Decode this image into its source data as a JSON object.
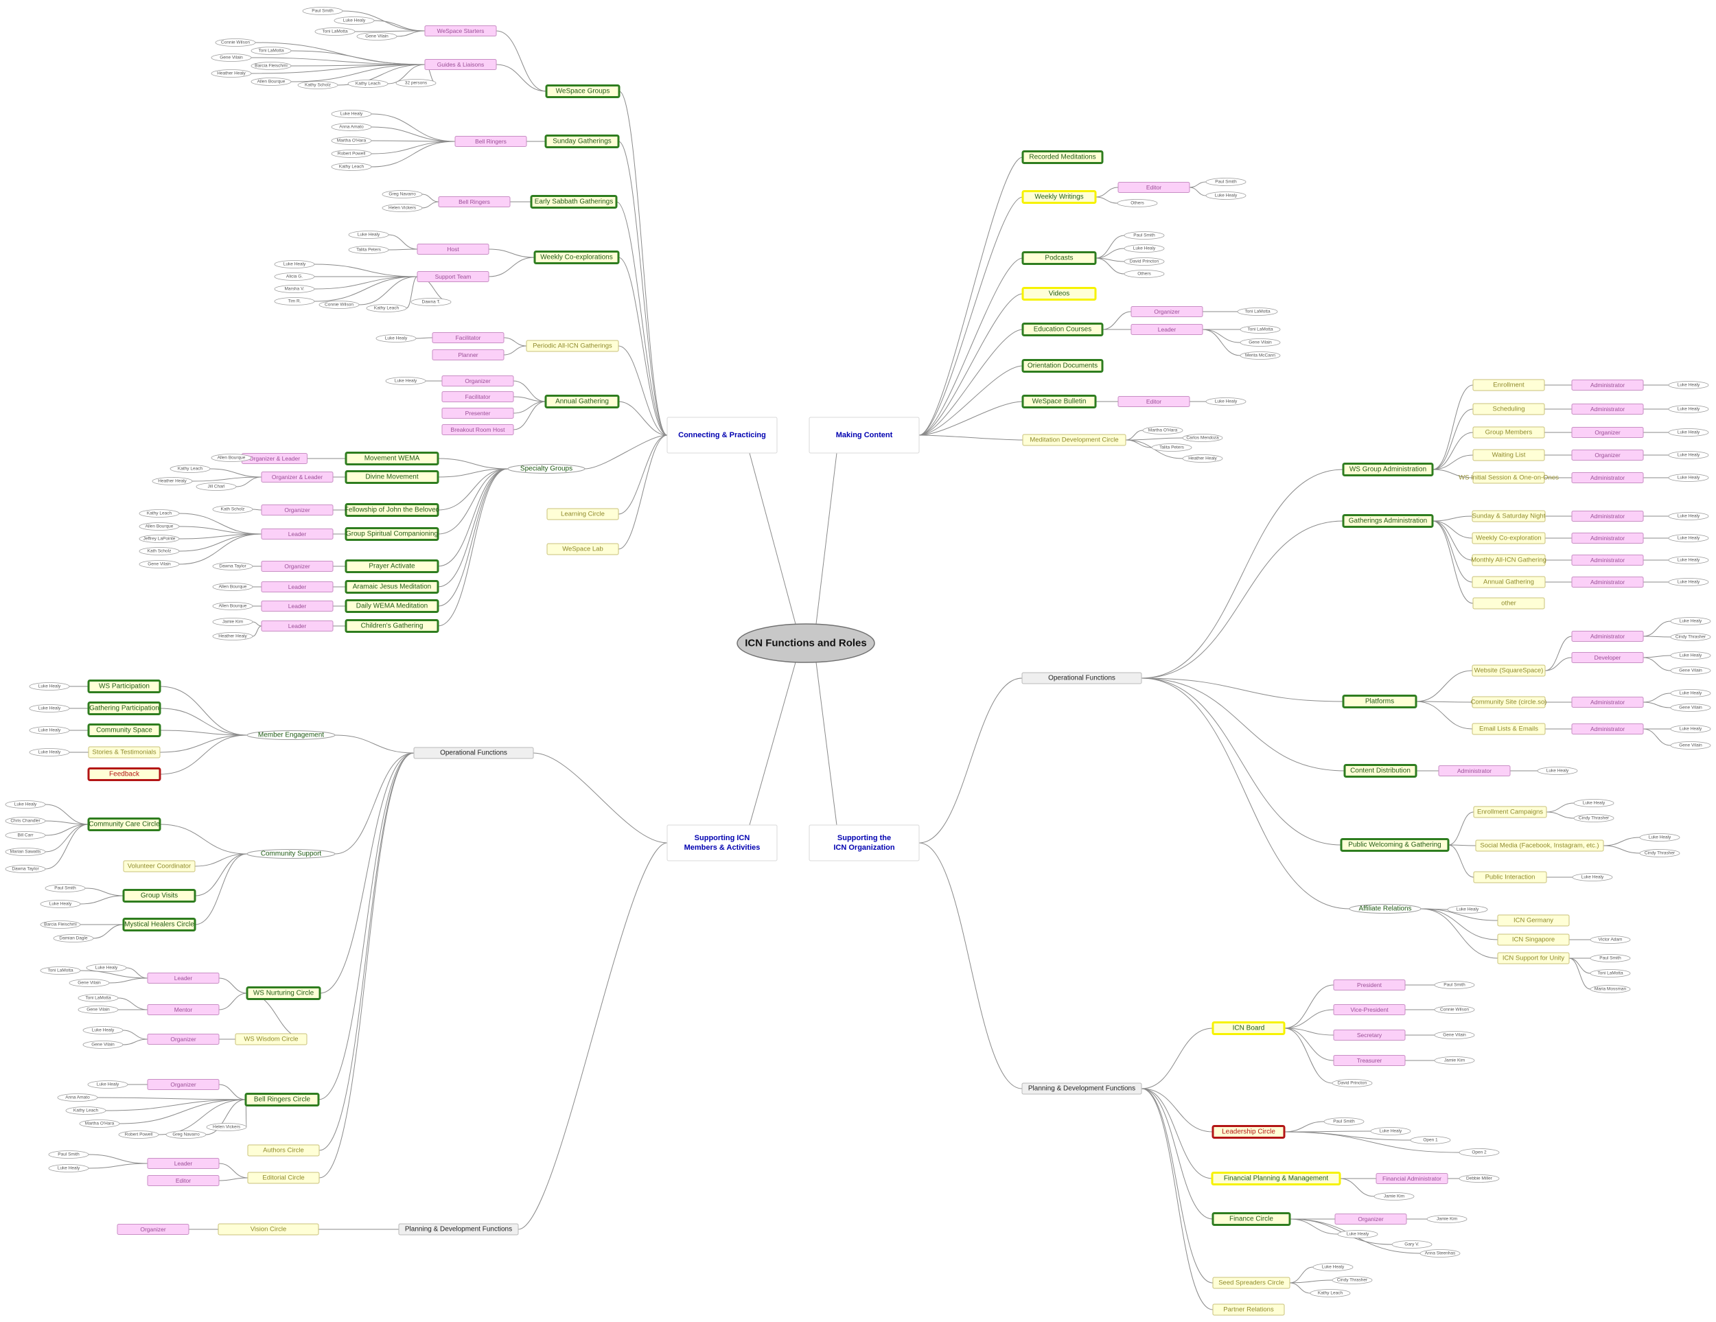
{
  "title": "ICN Functions and Roles",
  "colors": {
    "green_border": "#2e7d1f",
    "green_text": "#1f5a14",
    "yellow_border": "#f6f200",
    "red_border": "#b31515",
    "pink_fill": "#fbd0f8",
    "pink_border": "#c88ec4",
    "pink_text": "#9a4e96",
    "cream_fill": "#ffffd6",
    "cream_border": "#c9c27a",
    "cream_text": "#8f8a2c",
    "gray_fill": "#efefef",
    "gray_border": "#b8b8b8",
    "blue_text": "#0000b0",
    "root_fill": "#c8c8c8",
    "edge": "#8a8a8a"
  },
  "nodes": {
    "root": "ICN Functions and Roles",
    "b_cp": "Connecting & Practicing",
    "b_mc": "Making Content",
    "b_sm": "Supporting ICN Members & Activities",
    "b_so": "Supporting the ICN Organization",
    "wsg": "WeSpace Groups",
    "wss": "WeSpace Starters",
    "wss_1": "Paul Smith",
    "wss_2": "Luke Healy",
    "wss_3": "Toni LaMotta",
    "wss_4": "Gene Vilain",
    "gl": "Guides & Liaisons",
    "gl_1": "Connie Wilson",
    "gl_2": "Toni LaMotta",
    "gl_3": "Gene Vilain",
    "gl_4": "Barcia Fleischmi",
    "gl_5": "Heather Healy",
    "gl_6": "Allen Bourque",
    "gl_7": "Kathy Scholz",
    "gl_8": "Kathy Leach",
    "gl_9": "32 persons",
    "sg": "Sunday Gatherings",
    "sg_br": "Bell Ringers",
    "sg_1": "Luke Healy",
    "sg_2": "Anna Amato",
    "sg_3": "Martha O'Hara",
    "sg_4": "Robert Powell",
    "sg_5": "Kathy Leach",
    "esg": "Early Sabbath Gatherings",
    "esg_br": "Bell Ringers",
    "esg_1": "Greg Navarro",
    "esg_2": "Helen Vickers",
    "wce": "Weekly Co-explorations",
    "wce_host": "Host",
    "wce_h1": "Luke Healy",
    "wce_h2": "Talita Peters",
    "wce_st": "Support Team",
    "wce_s1": "Luke Healy",
    "wce_s2": "Alicia G.",
    "wce_s3": "Marsha V.",
    "wce_s4": "Tim R.",
    "wce_s5": "Connie Wilson",
    "wce_s6": "Kathy Leach",
    "wce_s7": "Dawna T.",
    "paig": "Periodic All-ICN Gatherings",
    "paig_fac": "Facilitator",
    "paig_f1": "Luke Healy",
    "paig_pl": "Planner",
    "ag": "Annual Gathering",
    "ag_org": "Organizer",
    "ag_o1": "Luke Healy",
    "ag_fac": "Facilitator",
    "ag_pre": "Presenter",
    "ag_brh": "Breakout Room Host",
    "spg": "Specialty Groups",
    "mw": "Movement WEMA",
    "mw_r": "Organizer & Leader",
    "mw_1": "Allen Bourque",
    "dm": "Divine Movement",
    "dm_r": "Organizer & Leader",
    "dm_1": "Kathy Leach",
    "dm_2": "Heather Healy",
    "dm_3": "Jill Charl",
    "fjb": "Fellowship of John the Beloved",
    "fjb_r": "Organizer",
    "fjb_1": "Kath Scholz",
    "gsc": "Group Spiritual Companioning",
    "gsc_r": "Leader",
    "gsc_1": "Kathy Leach",
    "gsc_2": "Allen Bourque",
    "gsc_3": "Jeffrey LaPointe",
    "gsc_4": "Kath Scholz",
    "gsc_5": "Gene Vilain",
    "pa": "Prayer Activate",
    "pa_r": "Organizer",
    "pa_1": "Dawna Taylor",
    "ajm": "Aramaic Jesus Meditation",
    "ajm_r": "Leader",
    "ajm_1": "Allen Bourque",
    "dwm": "Daily WEMA Meditation",
    "dwm_r": "Leader",
    "dwm_1": "Allen Bourque",
    "cg": "Children's Gathering",
    "cg_r": "Leader",
    "cg_1": "Jamie Kim",
    "cg_2": "Heather Healy",
    "lc": "Learning Circle",
    "wsl": "WeSpace Lab",
    "rm": "Recorded Meditations",
    "ww": "Weekly Writings",
    "ww_ed": "Editor",
    "ww_e1": "Paul Smith",
    "ww_e2": "Luke Healy",
    "ww_oth": "Others",
    "pod": "Podcasts",
    "pod_1": "Paul Smith",
    "pod_2": "Luke Healy",
    "pod_3": "David Princton",
    "pod_4": "Others",
    "vid": "Videos",
    "ec": "Education Courses",
    "ec_org": "Organizer",
    "ec_o1": "Toni LaMotta",
    "ec_ld": "Leader",
    "ec_l1": "Toni LaMotta",
    "ec_l2": "Gene Vilain",
    "ec_l3": "Merita McCann",
    "od": "Orientation Documents",
    "wsb": "WeSpace Bulletin",
    "wsb_ed": "Editor",
    "wsb_e1": "Luke Healy",
    "mdc": "Meditation Development Circle",
    "mdc_1": "Martha O'Hara",
    "mdc_2": "Carlos Mendoza",
    "mdc_3": "Talita Peters",
    "mdc_4": "Heather Healy",
    "of_l": "Operational Functions",
    "me": "Member Engagement",
    "me_ws": "WS Participation",
    "me_gp": "Gathering Participation",
    "me_cs": "Community Space",
    "me_st": "Stories & Testimonials",
    "me_fb": "Feedback",
    "me_1": "Luke Healy",
    "me_2": "Luke Healy",
    "me_3": "Luke Healy",
    "me_4": "Luke Healy",
    "cs": "Community Support",
    "cs_ccc": "Community Care Circle",
    "cs_c1": "Luke Healy",
    "cs_c2": "Chris Chandler",
    "cs_c3": "Bill Carr",
    "cs_c4": "Marian Sawatts",
    "cs_c5": "Dawna Taylor",
    "cs_vc": "Volunteer Coordinator",
    "cs_gv": "Group Visits",
    "cs_g1": "Paul Smith",
    "cs_g2": "Luke Healy",
    "cs_mhc": "Mystical Healers Circle",
    "cs_m1": "Barcia Fleischmi",
    "cs_m2": "Damian Dagle",
    "wsn": "WS Nurturing Circle",
    "wsn_ld": "Leader",
    "wsn_l1": "Toni LaMotta",
    "wsn_l2": "Luke Healy",
    "wsn_l3": "Gene Vilain",
    "wsn_mt": "Mentor",
    "wsn_m1": "Toni LaMotta",
    "wsn_m2": "Gene Vilain",
    "wsw": "WS Wisdom Circle",
    "wsw_org": "Organizer",
    "wsw_o1": "Luke Healy",
    "wsw_o2": "Gene Vilain",
    "brc": "Bell Ringers Circle",
    "brc_org": "Organizer",
    "brc_o1": "Luke Healy",
    "brc_1": "Anna Amato",
    "brc_2": "Kathy Leach",
    "brc_3": "Martha O'Hara",
    "brc_4": "Robert Powell",
    "brc_5": "Greg Navarro",
    "brc_6": "Helen Vickers",
    "ac": "Authors Circle",
    "edc": "Editorial Circle",
    "edc_ld": "Leader",
    "edc_l1": "Paul Smith",
    "edc_l2": "Luke Healy",
    "edc_ed": "Editor",
    "pdf_l": "Planning & Development Functions",
    "vc": "Vision Circle",
    "vc_org": "Organizer",
    "of_r": "Operational Functions",
    "wga": "WS Group Administration",
    "wga_en": "Enrollment",
    "wga_en_r": "Administrator",
    "wga_en_p": "Luke Healy",
    "wga_sc": "Scheduling",
    "wga_sc_r": "Administrator",
    "wga_sc_p": "Luke Healy",
    "wga_gm": "Group Members",
    "wga_gm_r": "Organizer",
    "wga_gm_p": "Luke Healy",
    "wga_wl": "Waiting List",
    "wga_wl_r": "Organizer",
    "wga_wl_p": "Luke Healy",
    "wga_is": "WS Initial Session & One-on-Ones",
    "wga_is_r": "Administrator",
    "wga_is_p": "Luke Healy",
    "gad": "Gatherings Administration",
    "gad_ss": "Sunday & Saturday Night",
    "gad_ss_r": "Administrator",
    "gad_ss_p": "Luke Healy",
    "gad_wc": "Weekly Co-exploration",
    "gad_wc_r": "Administrator",
    "gad_wc_p": "Luke Healy",
    "gad_ma": "Monthly All-ICN Gathering",
    "gad_ma_r": "Administrator",
    "gad_ma_p": "Luke Healy",
    "gad_ag": "Annual Gathering",
    "gad_ag_r": "Administrator",
    "gad_ag_p": "Luke Healy",
    "gad_ot": "other",
    "plat": "Platforms",
    "pl_web": "Website (SquareSpace)",
    "pl_web_ad": "Administrator",
    "pl_web_a1": "Luke Healy",
    "pl_web_a2": "Cindy Thrasher",
    "pl_web_dv": "Developer",
    "pl_web_d1": "Luke Healy",
    "pl_web_d2": "Gene Vilain",
    "pl_com": "Community Site (circle.so)",
    "pl_com_ad": "Administrator",
    "pl_com_a1": "Luke Healy",
    "pl_com_a2": "Gene Vilain",
    "pl_em": "Email Lists & Emails",
    "pl_em_ad": "Administrator",
    "pl_em_a1": "Luke Healy",
    "pl_em_a2": "Gene Vilain",
    "cd": "Content Distribution",
    "cd_ad": "Administrator",
    "cd_a1": "Luke Healy",
    "pwg": "Public Welcoming & Gathering",
    "pwg_ec": "Enrollment Campaigns",
    "pwg_ec_1": "Luke Healy",
    "pwg_ec_2": "Cindy Thrasher",
    "pwg_sm": "Social Media (Facebook, Instagram, etc.)",
    "pwg_sm_1": "Luke Healy",
    "pwg_sm_2": "Cindy Thrasher",
    "pwg_pi": "Public Interaction",
    "pwg_pi_1": "Luke Healy",
    "afr": "Affiliate Relations",
    "afr_1": "Luke Healy",
    "afr_de": "ICN Germany",
    "afr_sg": "ICN Singapore",
    "afr_sg_1": "Victor Adam",
    "afr_su": "ICN Support for Unity",
    "afr_su_1": "Paul Smith",
    "afr_su_2": "Toni LaMotta",
    "afr_su_3": "Maria Mossman",
    "pdf_r": "Planning & Development Functions",
    "board": "ICN Board",
    "bd_pres": "President",
    "bd_pres_p": "Paul Smith",
    "bd_vp": "Vice-President",
    "bd_vp_p": "Connie Wilson",
    "bd_sec": "Secretary",
    "bd_sec_p": "Gene Vilain",
    "bd_tre": "Treasurer",
    "bd_tre_p": "Jamie Kim",
    "bd_dp": "David Princton",
    "ldc": "Leadership Circle",
    "ldc_1": "Paul Smith",
    "ldc_2": "Luke Healy",
    "ldc_3": "Open 1",
    "ldc_4": "Open 2",
    "fpm": "Financial Planning & Management",
    "fpm_fa": "Financial Administrator",
    "fpm_fa_p": "Debbie Miller",
    "fpm_1": "Jamie Kim",
    "fin": "Finance Circle",
    "fin_org": "Organizer",
    "fin_org_p": "Jamie Kim",
    "fin_1": "Luke Healy",
    "fin_2": "Gary V.",
    "fin_3": "Anna Steenhas",
    "ssc": "Seed Spreaders Circle",
    "ssc_1": "Luke Healy",
    "ssc_2": "Cindy Thrasher",
    "ssc_3": "Kathy Leach",
    "prel": "Partner Relations"
  }
}
